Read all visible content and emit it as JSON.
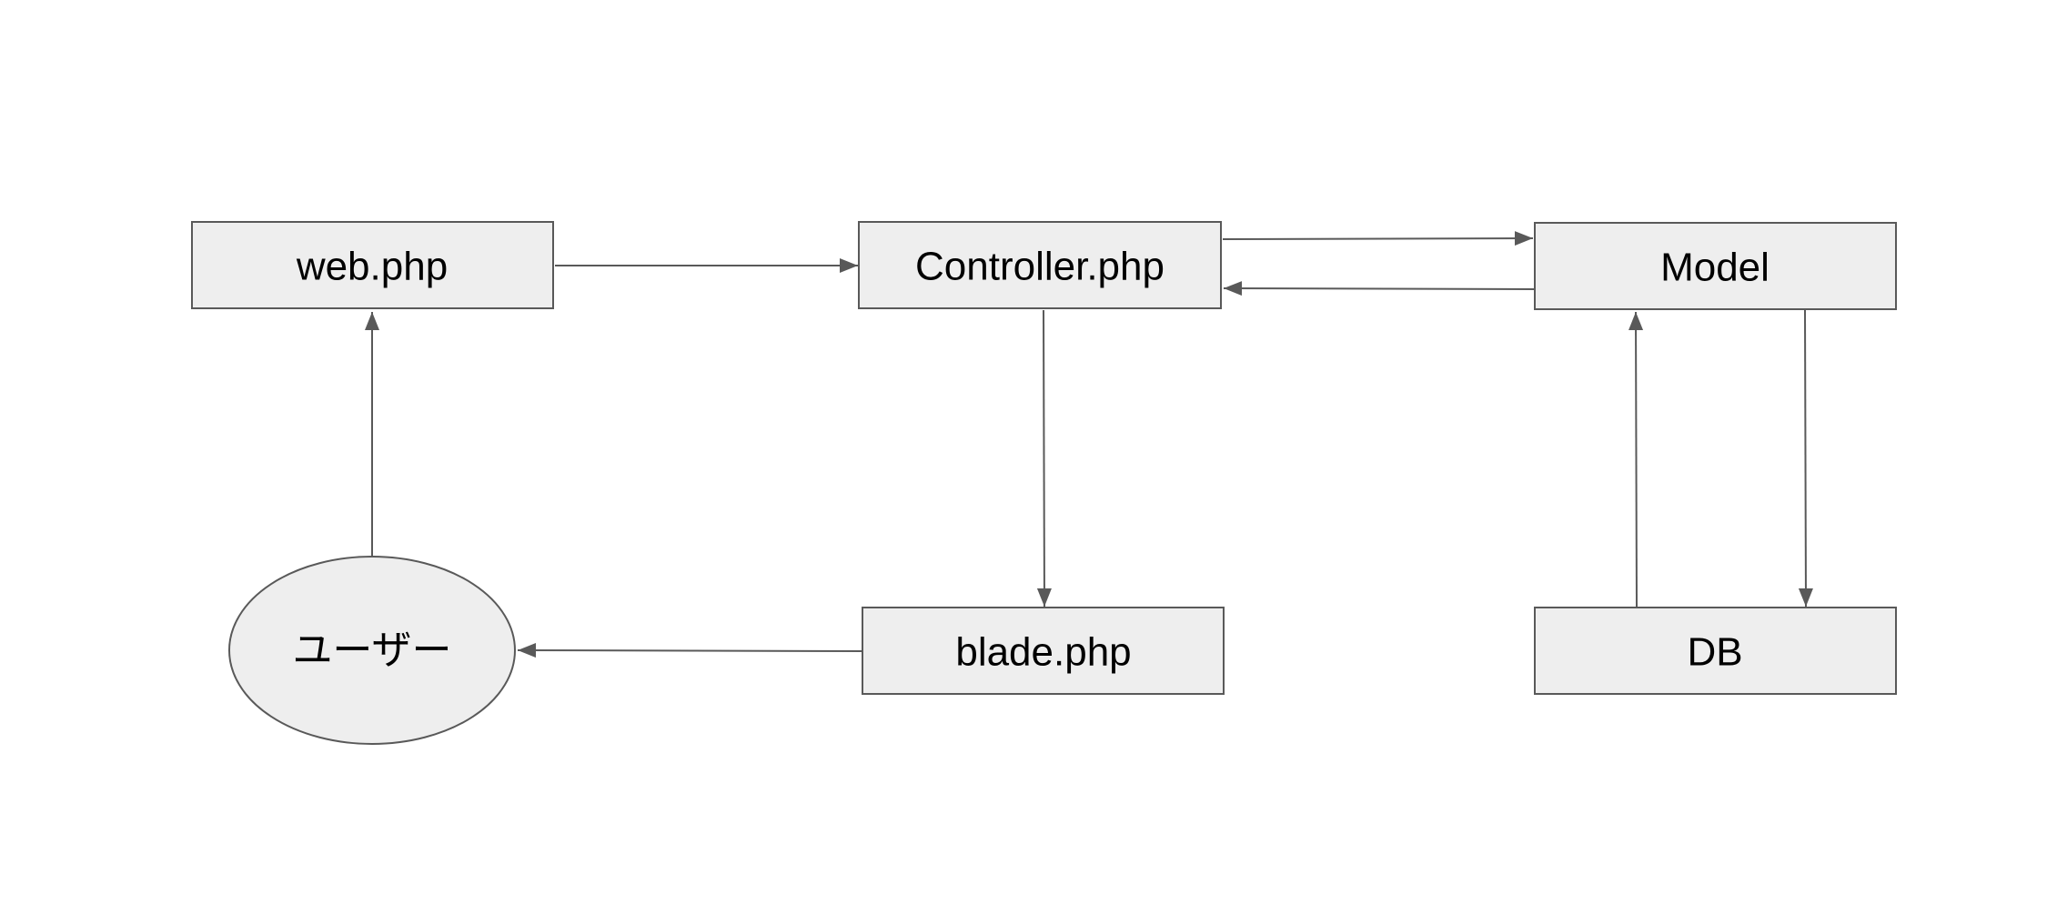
{
  "diagram": {
    "nodes": {
      "web": {
        "label": "web.php",
        "shape": "rectangle"
      },
      "controller": {
        "label": "Controller.php",
        "shape": "rectangle"
      },
      "model": {
        "label": "Model",
        "shape": "rectangle"
      },
      "user": {
        "label": "ユーザー",
        "shape": "ellipse"
      },
      "blade": {
        "label": "blade.php",
        "shape": "rectangle"
      },
      "db": {
        "label": "DB",
        "shape": "rectangle"
      }
    },
    "edges": [
      {
        "from": "web.php",
        "to": "Controller.php"
      },
      {
        "from": "Controller.php",
        "to": "Model"
      },
      {
        "from": "Model",
        "to": "Controller.php"
      },
      {
        "from": "Controller.php",
        "to": "blade.php"
      },
      {
        "from": "blade.php",
        "to": "ユーザー"
      },
      {
        "from": "ユーザー",
        "to": "web.php"
      },
      {
        "from": "Model",
        "to": "DB"
      },
      {
        "from": "DB",
        "to": "Model"
      }
    ],
    "colors": {
      "node_fill": "#eeeeee",
      "stroke": "#595959",
      "text": "#000000",
      "background": "#ffffff"
    }
  }
}
